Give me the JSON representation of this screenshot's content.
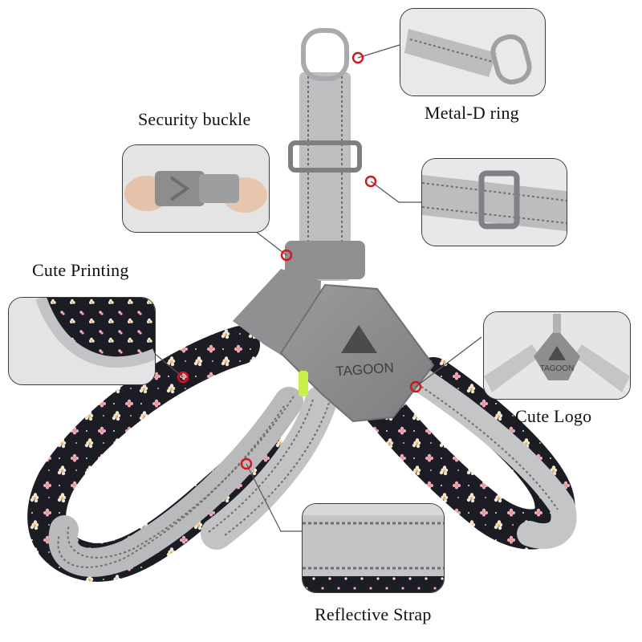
{
  "brand": {
    "logo_text": "TAGOON"
  },
  "callouts": {
    "metal_d_ring": "Metal-D ring",
    "security_buckle": "Security buckle",
    "cute_printing": "Cute Printing",
    "cute_logo": "Cute Logo",
    "reflective_strap": "Reflective Strap"
  },
  "colors": {
    "strap_gray": "#b9babc",
    "reflective_stitch": "#6d6e70",
    "print_fabric": "#1c1c24",
    "marker_red": "#d8141c",
    "leader_line": "#555555"
  }
}
